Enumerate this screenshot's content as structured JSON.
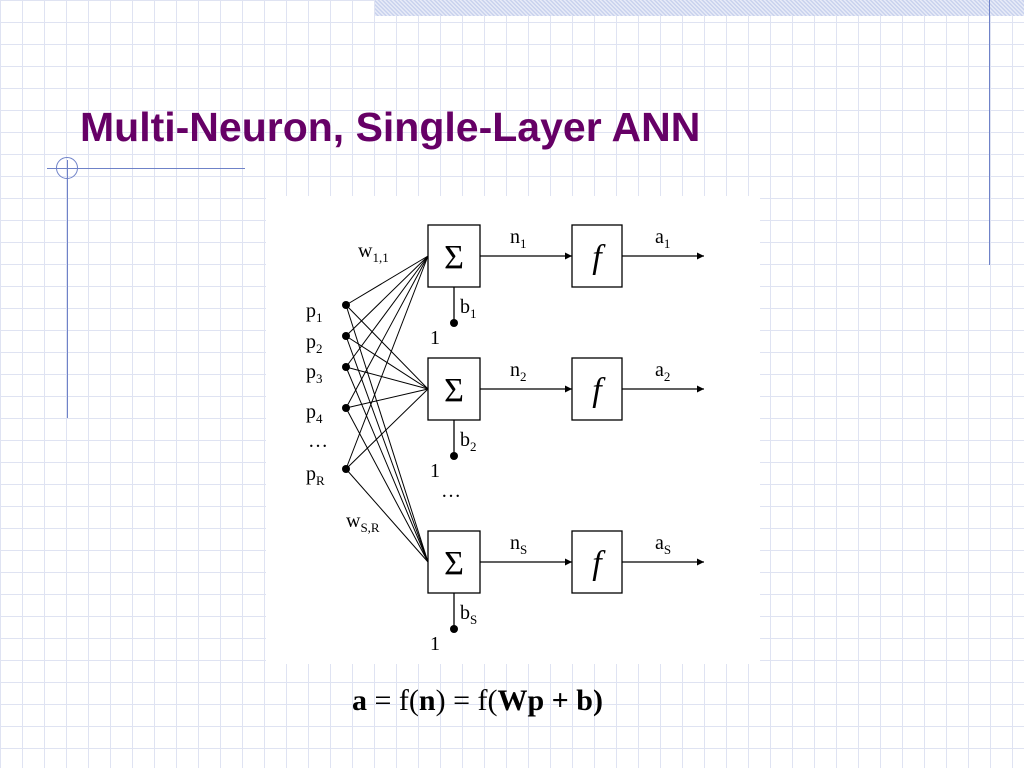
{
  "slide": {
    "title": "Multi-Neuron, Single-Layer ANN"
  },
  "diagram": {
    "inputs": [
      {
        "base": "p",
        "sub": "1"
      },
      {
        "base": "p",
        "sub": "2"
      },
      {
        "base": "p",
        "sub": "3"
      },
      {
        "base": "p",
        "sub": "4"
      },
      {
        "base": "p",
        "sub": "R"
      }
    ],
    "inputs_ellipsis": "…",
    "neurons_ellipsis": "…",
    "weight_top": {
      "base": "w",
      "sub": "1,1"
    },
    "weight_bottom": {
      "base": "w",
      "sub": "S,R"
    },
    "sum_symbol": "Σ",
    "activation_symbol": "f",
    "bias_input": "1",
    "neurons": [
      {
        "n": {
          "base": "n",
          "sub": "1"
        },
        "a": {
          "base": "a",
          "sub": "1"
        },
        "b": {
          "base": "b",
          "sub": "1"
        }
      },
      {
        "n": {
          "base": "n",
          "sub": "2"
        },
        "a": {
          "base": "a",
          "sub": "2"
        },
        "b": {
          "base": "b",
          "sub": "2"
        }
      },
      {
        "n": {
          "base": "n",
          "sub": "S"
        },
        "a": {
          "base": "a",
          "sub": "S"
        },
        "b": {
          "base": "b",
          "sub": "S"
        }
      }
    ]
  },
  "equation": {
    "a": "a",
    "eq1": " = f(",
    "n": "n",
    "eq2": ") = f(",
    "wp": "Wp",
    "plus": " + ",
    "b": "b",
    "close": ")"
  }
}
